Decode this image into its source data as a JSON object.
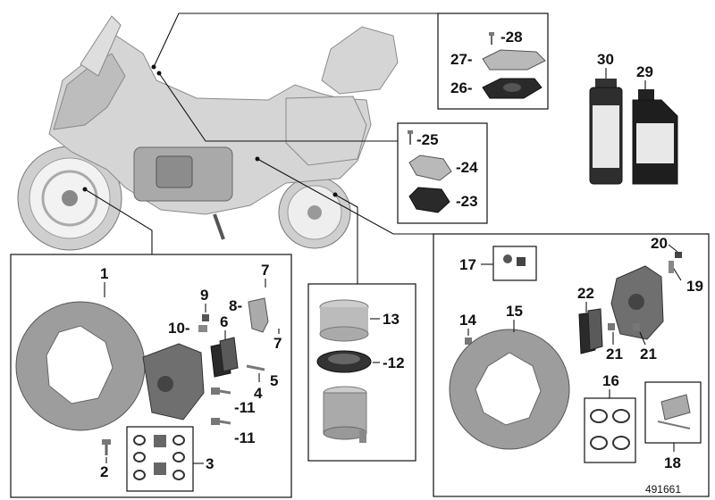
{
  "title": "",
  "labels": [
    "1",
    "2",
    "3",
    "4",
    "5",
    "6",
    "7",
    "7",
    "8",
    "9",
    "10",
    "11",
    "11",
    "12",
    "13",
    "14",
    "15",
    "16",
    "17",
    "18",
    "19",
    "20",
    "21",
    "21",
    "22",
    "23",
    "24",
    "25",
    "26",
    "27",
    "28",
    "29",
    "30"
  ],
  "diagram_id": "491661",
  "icon_names": [
    "motorcycle-illustration",
    "brake-disc",
    "brake-caliper",
    "brake-pads",
    "seal-kit",
    "reservoir-cap",
    "bolt",
    "bottle",
    "spray-can"
  ]
}
